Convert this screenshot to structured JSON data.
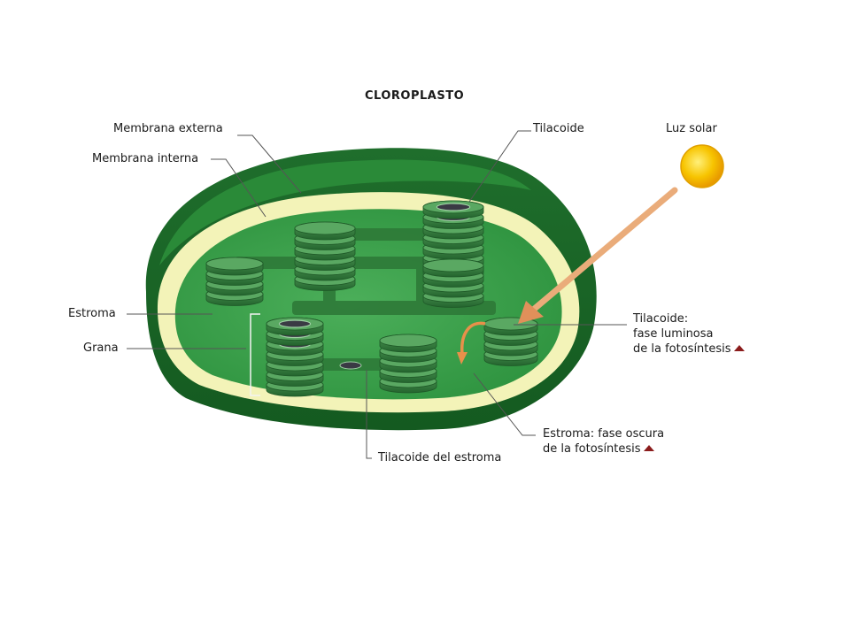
{
  "title": "CLOROPLASTO",
  "labels": {
    "outer_membrane": "Membrana externa",
    "inner_membrane": "Membrana interna",
    "thylakoid": "Tilacoide",
    "sunlight": "Luz solar",
    "stroma": "Estroma",
    "grana": "Grana",
    "light_phase_1": "Tilacoide:",
    "light_phase_2": "fase luminosa",
    "light_phase_3": "de la fotosíntesis",
    "dark_phase_1": "Estroma: fase oscura",
    "dark_phase_2": "de la fotosíntesis",
    "stroma_thylakoid": "Tilacoide del estroma"
  },
  "colors": {
    "outer_membrane": "#1e6b2a",
    "inner_membrane_band": "#f3f3b8",
    "stroma": "#3aa04a",
    "grana": "#2f7a3a",
    "sun": "#f5b800",
    "arrow": "#e8a060",
    "link_marker": "#8b1c1c"
  }
}
